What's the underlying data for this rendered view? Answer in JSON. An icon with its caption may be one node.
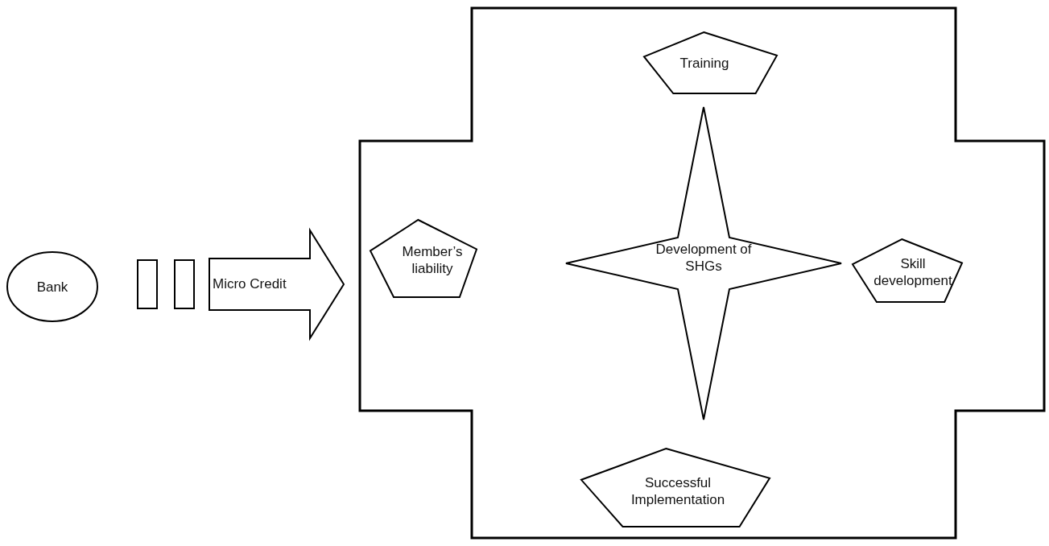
{
  "diagram": {
    "nodes": [
      {
        "text": [
          "Bank"
        ]
      },
      {
        "text": [],
        "shape": "box"
      },
      {
        "text": [],
        "shape": "box"
      },
      {
        "text": [],
        "shape": "cross"
      },
      {
        "text": [
          "Training"
        ],
        "in": 3
      },
      {
        "text": [
          "Member’s liability"
        ],
        "in": 3
      },
      {
        "text": [
          "Development of SHGs"
        ],
        "in": 3
      },
      {
        "text": [
          "Skill development"
        ],
        "in": 3
      },
      {
        "text": [
          "Successful Implementation"
        ],
        "in": 3
      }
    ],
    "edges": [
      {
        "from": 2,
        "to": 3,
        "arrow": "to",
        "label": "Micro Credit",
        "style": "thick"
      }
    ]
  }
}
